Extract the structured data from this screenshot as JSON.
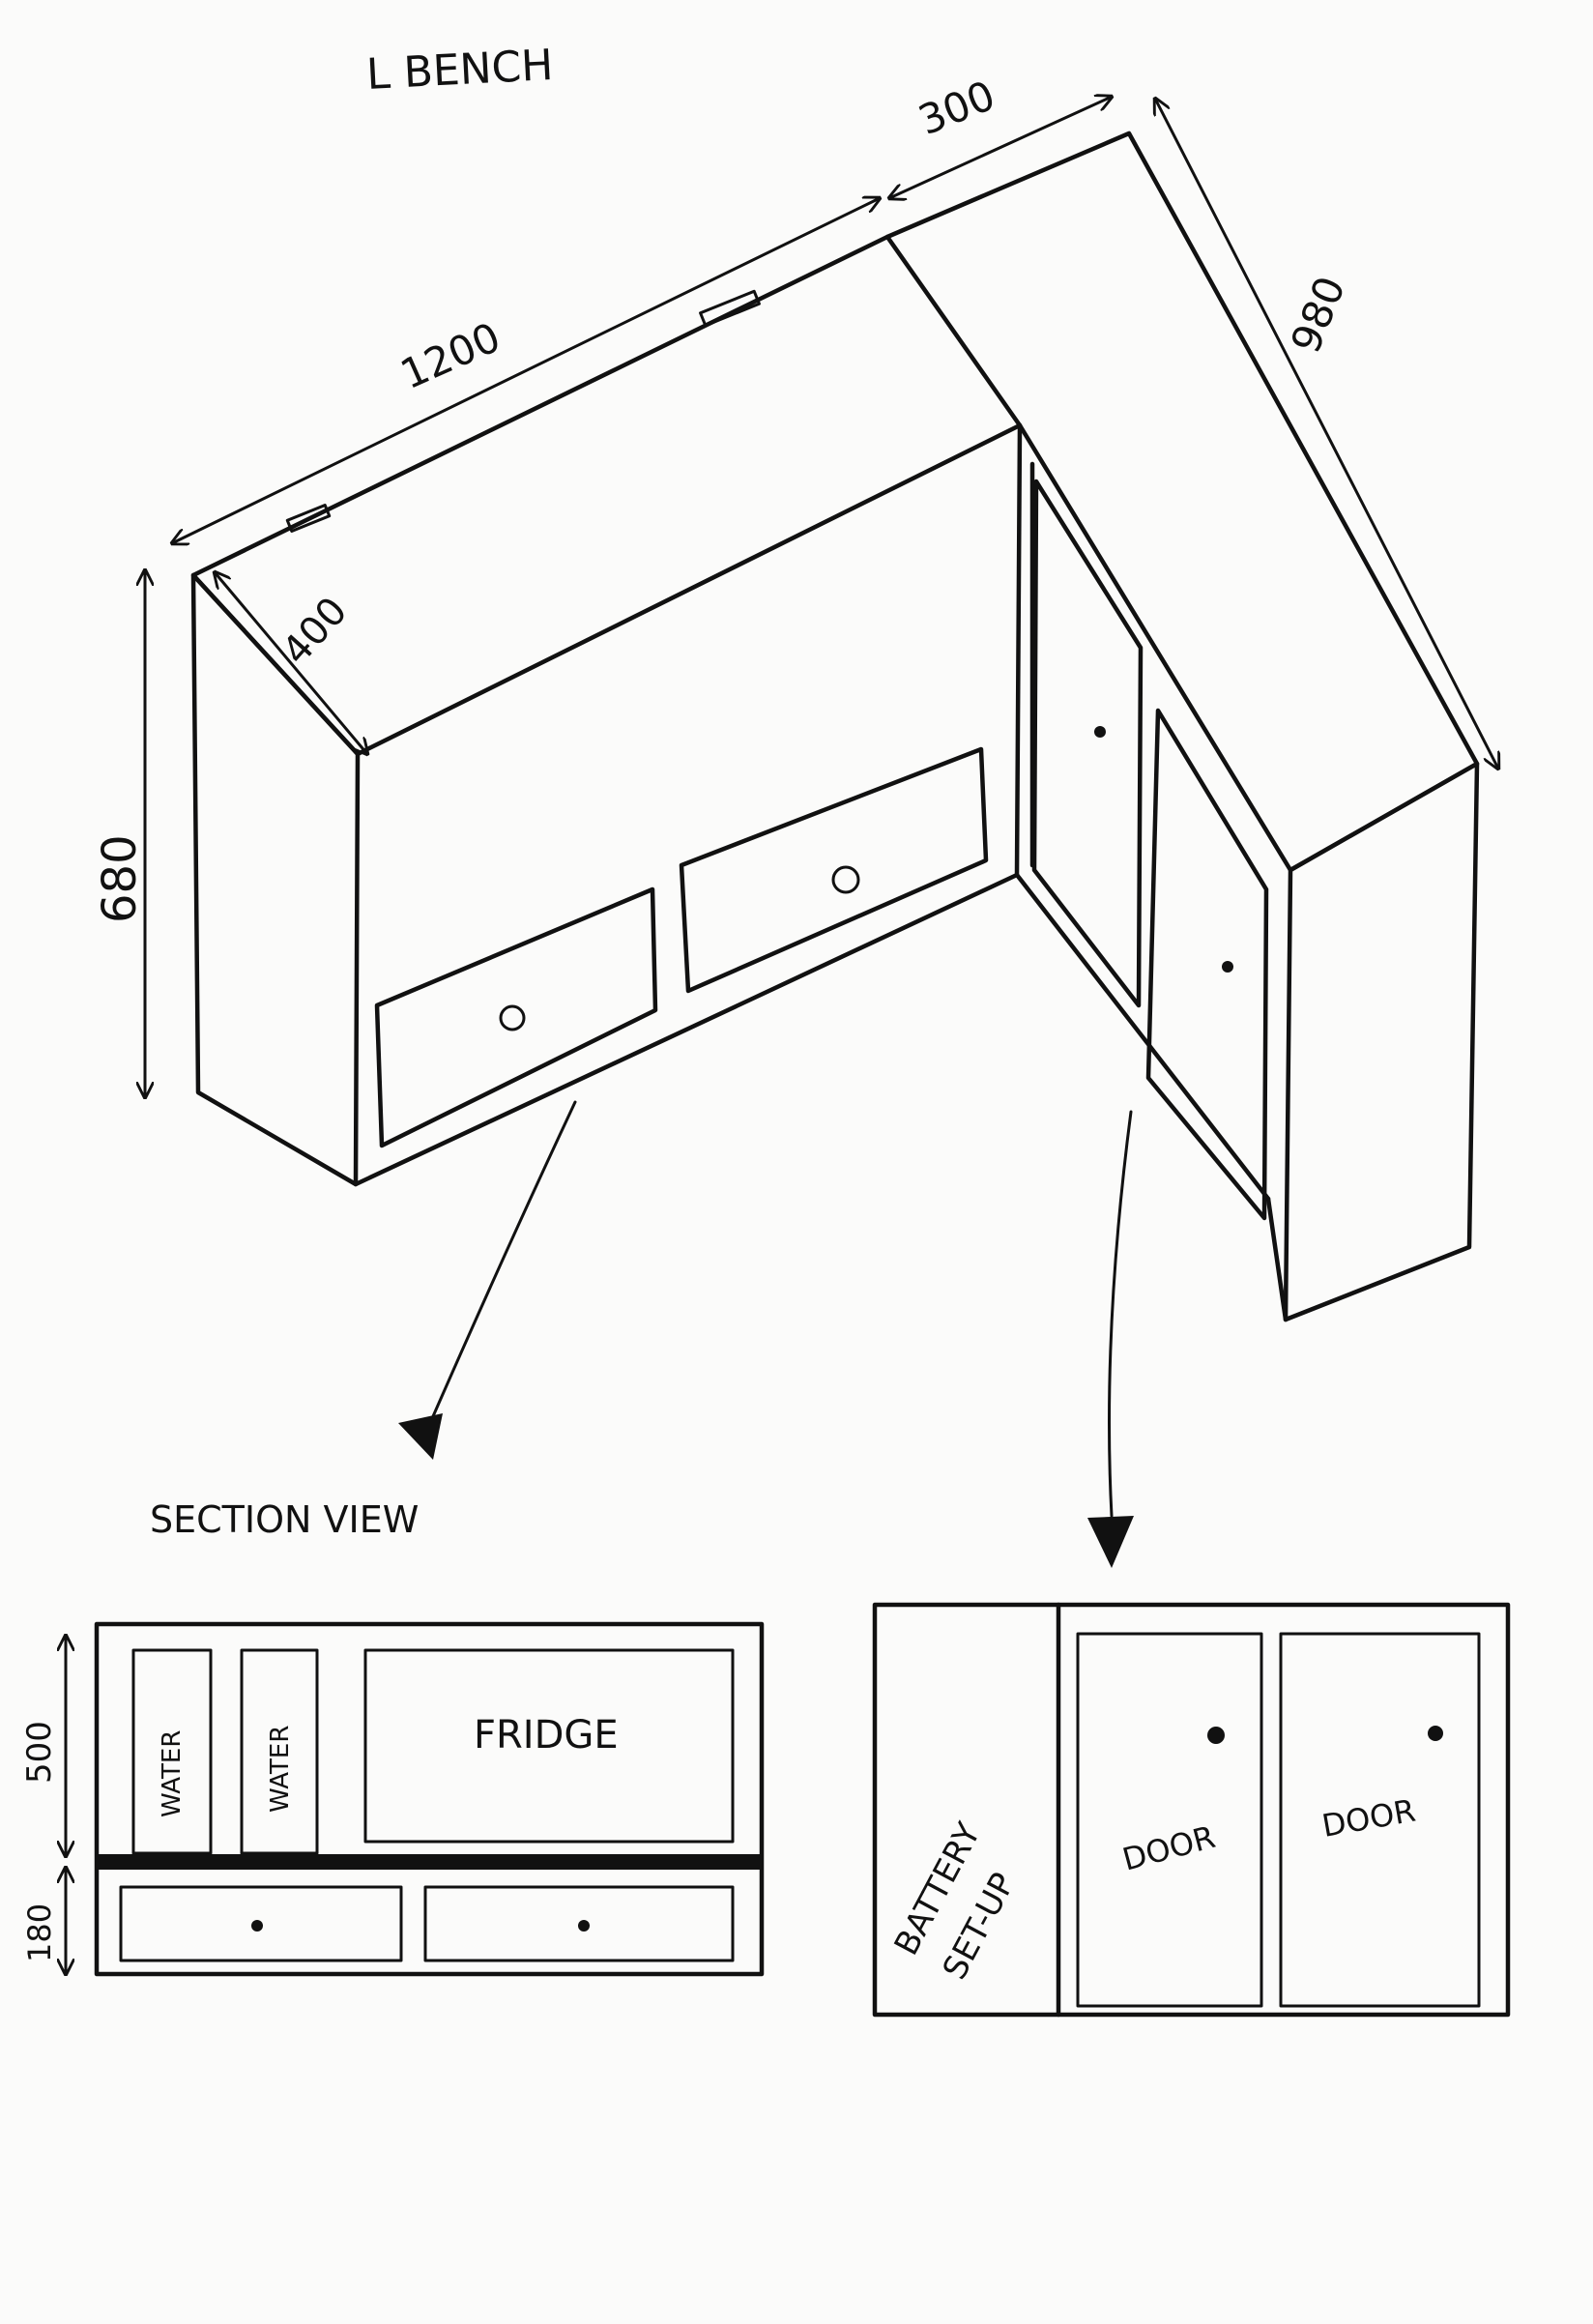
{
  "title": "L BENCH",
  "dimensions": {
    "length": "1200",
    "return_width": "300",
    "return_length": "980",
    "depth": "400",
    "height": "680"
  },
  "section": {
    "heading": "SECTION VIEW",
    "upper_height": "500",
    "lower_height": "180",
    "water_1": "WATER",
    "water_2": "WATER",
    "fridge": "FRIDGE"
  },
  "side_view": {
    "battery_line_1": "BATTERY",
    "battery_line_2": "SET-UP",
    "door_1": "DOOR",
    "door_2": "DOOR"
  }
}
